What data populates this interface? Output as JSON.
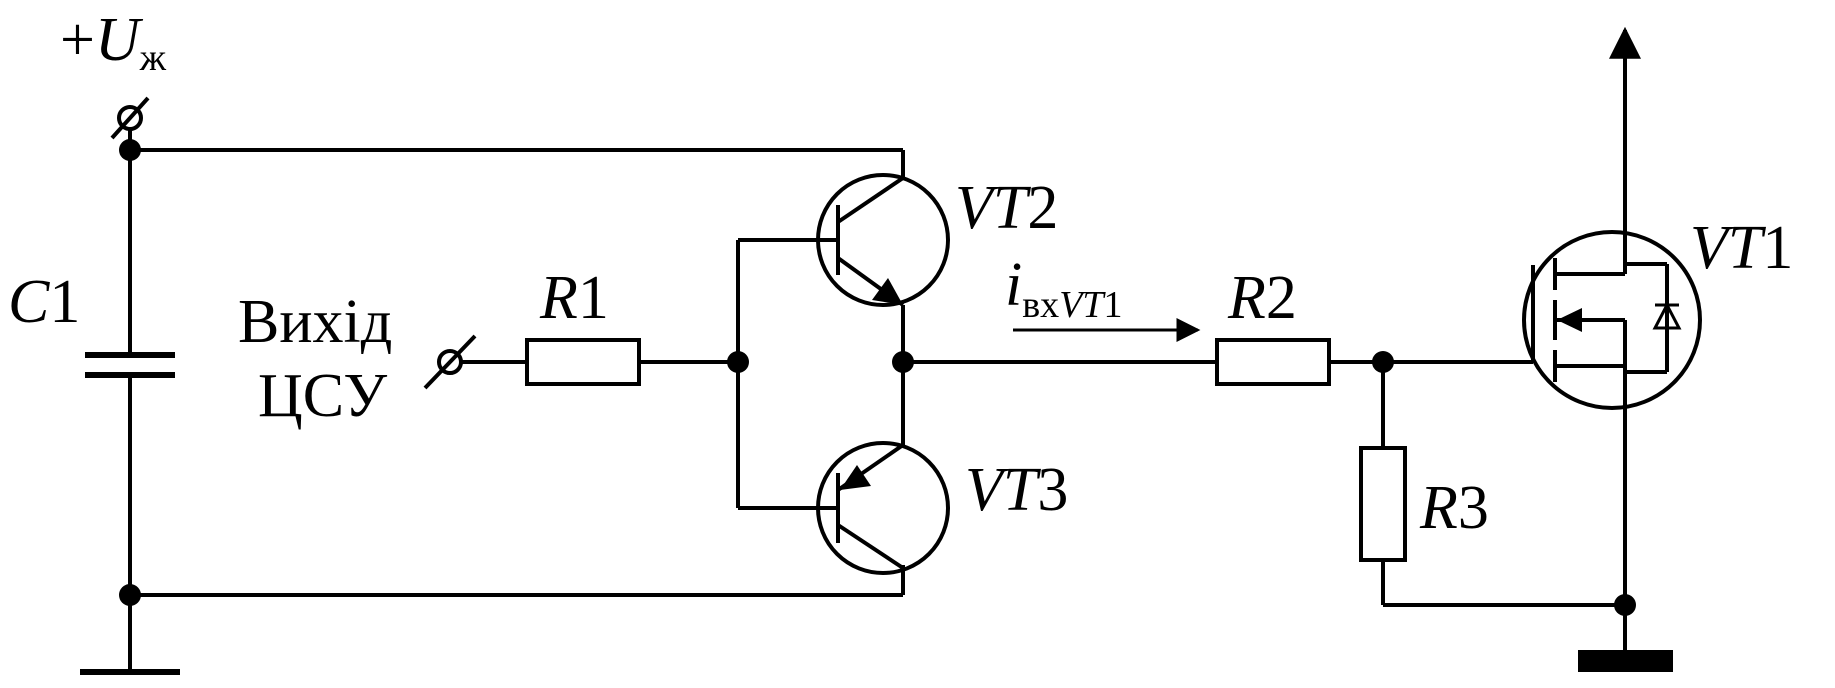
{
  "supply": {
    "sign": "+",
    "symbol": "U",
    "subscript": "ж"
  },
  "components": {
    "c1": {
      "letter": "C",
      "number": "1"
    },
    "r1": {
      "letter": "R",
      "number": "1"
    },
    "r2": {
      "letter": "R",
      "number": "2"
    },
    "r3": {
      "letter": "R",
      "number": "3"
    },
    "vt1": {
      "letter": "VT",
      "number": "1"
    },
    "vt2": {
      "letter": "VT",
      "number": "2"
    },
    "vt3": {
      "letter": "VT",
      "number": "3"
    }
  },
  "input_terminal": {
    "line1": "Вихід",
    "line2": "ЦСУ"
  },
  "current": {
    "symbol": "i",
    "subscript_text": "вх",
    "subscript_device": "VT",
    "subscript_number": "1"
  }
}
